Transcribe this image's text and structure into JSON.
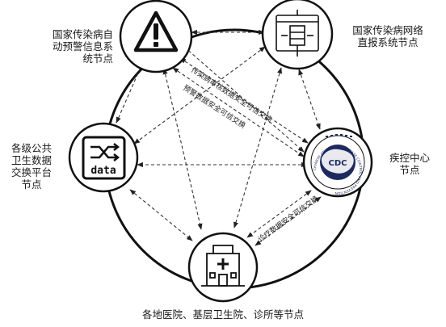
{
  "nodes": {
    "alert": {
      "lines": [
        "国家传染病自",
        "动预警信息系",
        "统节点"
      ]
    },
    "report": {
      "lines": [
        "国家传染病网络",
        "直报系统节点"
      ]
    },
    "exchange": {
      "lines": [
        "各级公共",
        "卫生数据",
        "交换平台",
        "节点"
      ],
      "icon_text": "data"
    },
    "cdc": {
      "lines": [
        "疾控中心",
        "节点"
      ],
      "logo_text": "CDC",
      "ring_text": "CHINESE CENTER FOR DISEASE CONTROL AND PREVENTION"
    },
    "hospital": {
      "lines": [
        "各地医院、基层卫生院、诊所等节点"
      ]
    }
  },
  "edges": {
    "report_exchange": "传染病审核数据安全可信交换",
    "warning_exchange": "预警数据安全可信交换",
    "medical_exchange": "诊疗数据安全可信交换"
  },
  "icons": {
    "alert": "warning-triangle-icon",
    "report": "server-report-icon",
    "exchange": "data-exchange-icon",
    "cdc": "cdc-logo-icon",
    "hospital": "hospital-icon"
  }
}
